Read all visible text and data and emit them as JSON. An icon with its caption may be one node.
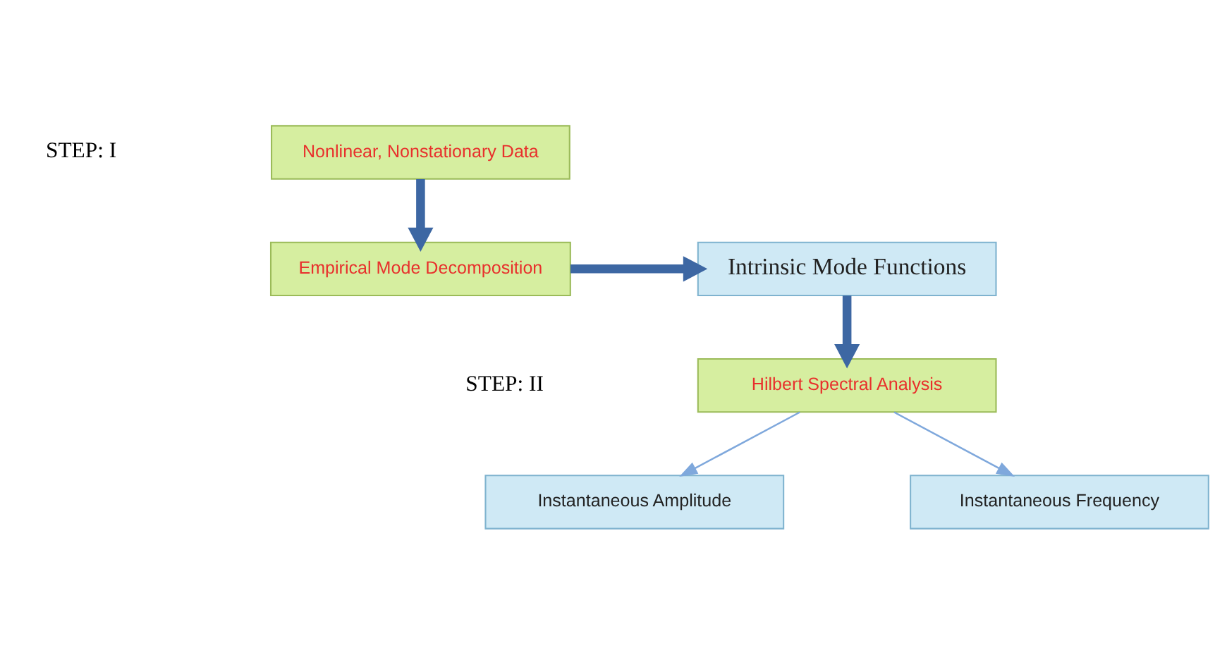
{
  "diagram": {
    "nodes": [
      {
        "text": [
          "Nonlinear, Nonstationary Data"
        ]
      },
      {
        "text": [
          "Empirical Mode Decomposition"
        ]
      },
      {
        "text": [
          "Intrinsic Mode Functions"
        ]
      },
      {
        "text": [
          "Hilbert Spectral Analysis"
        ]
      },
      {
        "text": [
          "Instantaneous Amplitude"
        ]
      },
      {
        "text": [
          "Instantaneous Frequency"
        ]
      }
    ],
    "edges": [
      {
        "from": 0,
        "to": 1,
        "arrow": "to"
      },
      {
        "from": 1,
        "to": 2,
        "arrow": "to"
      },
      {
        "from": 2,
        "to": 3,
        "arrow": "to"
      },
      {
        "from": 3,
        "to": 4,
        "arrow": "to",
        "color": "#7fa8dc"
      },
      {
        "from": 3,
        "to": 5,
        "arrow": "to",
        "color": "#7fa8dc"
      }
    ],
    "labels": [
      "STEP: I",
      "STEP: II"
    ]
  }
}
